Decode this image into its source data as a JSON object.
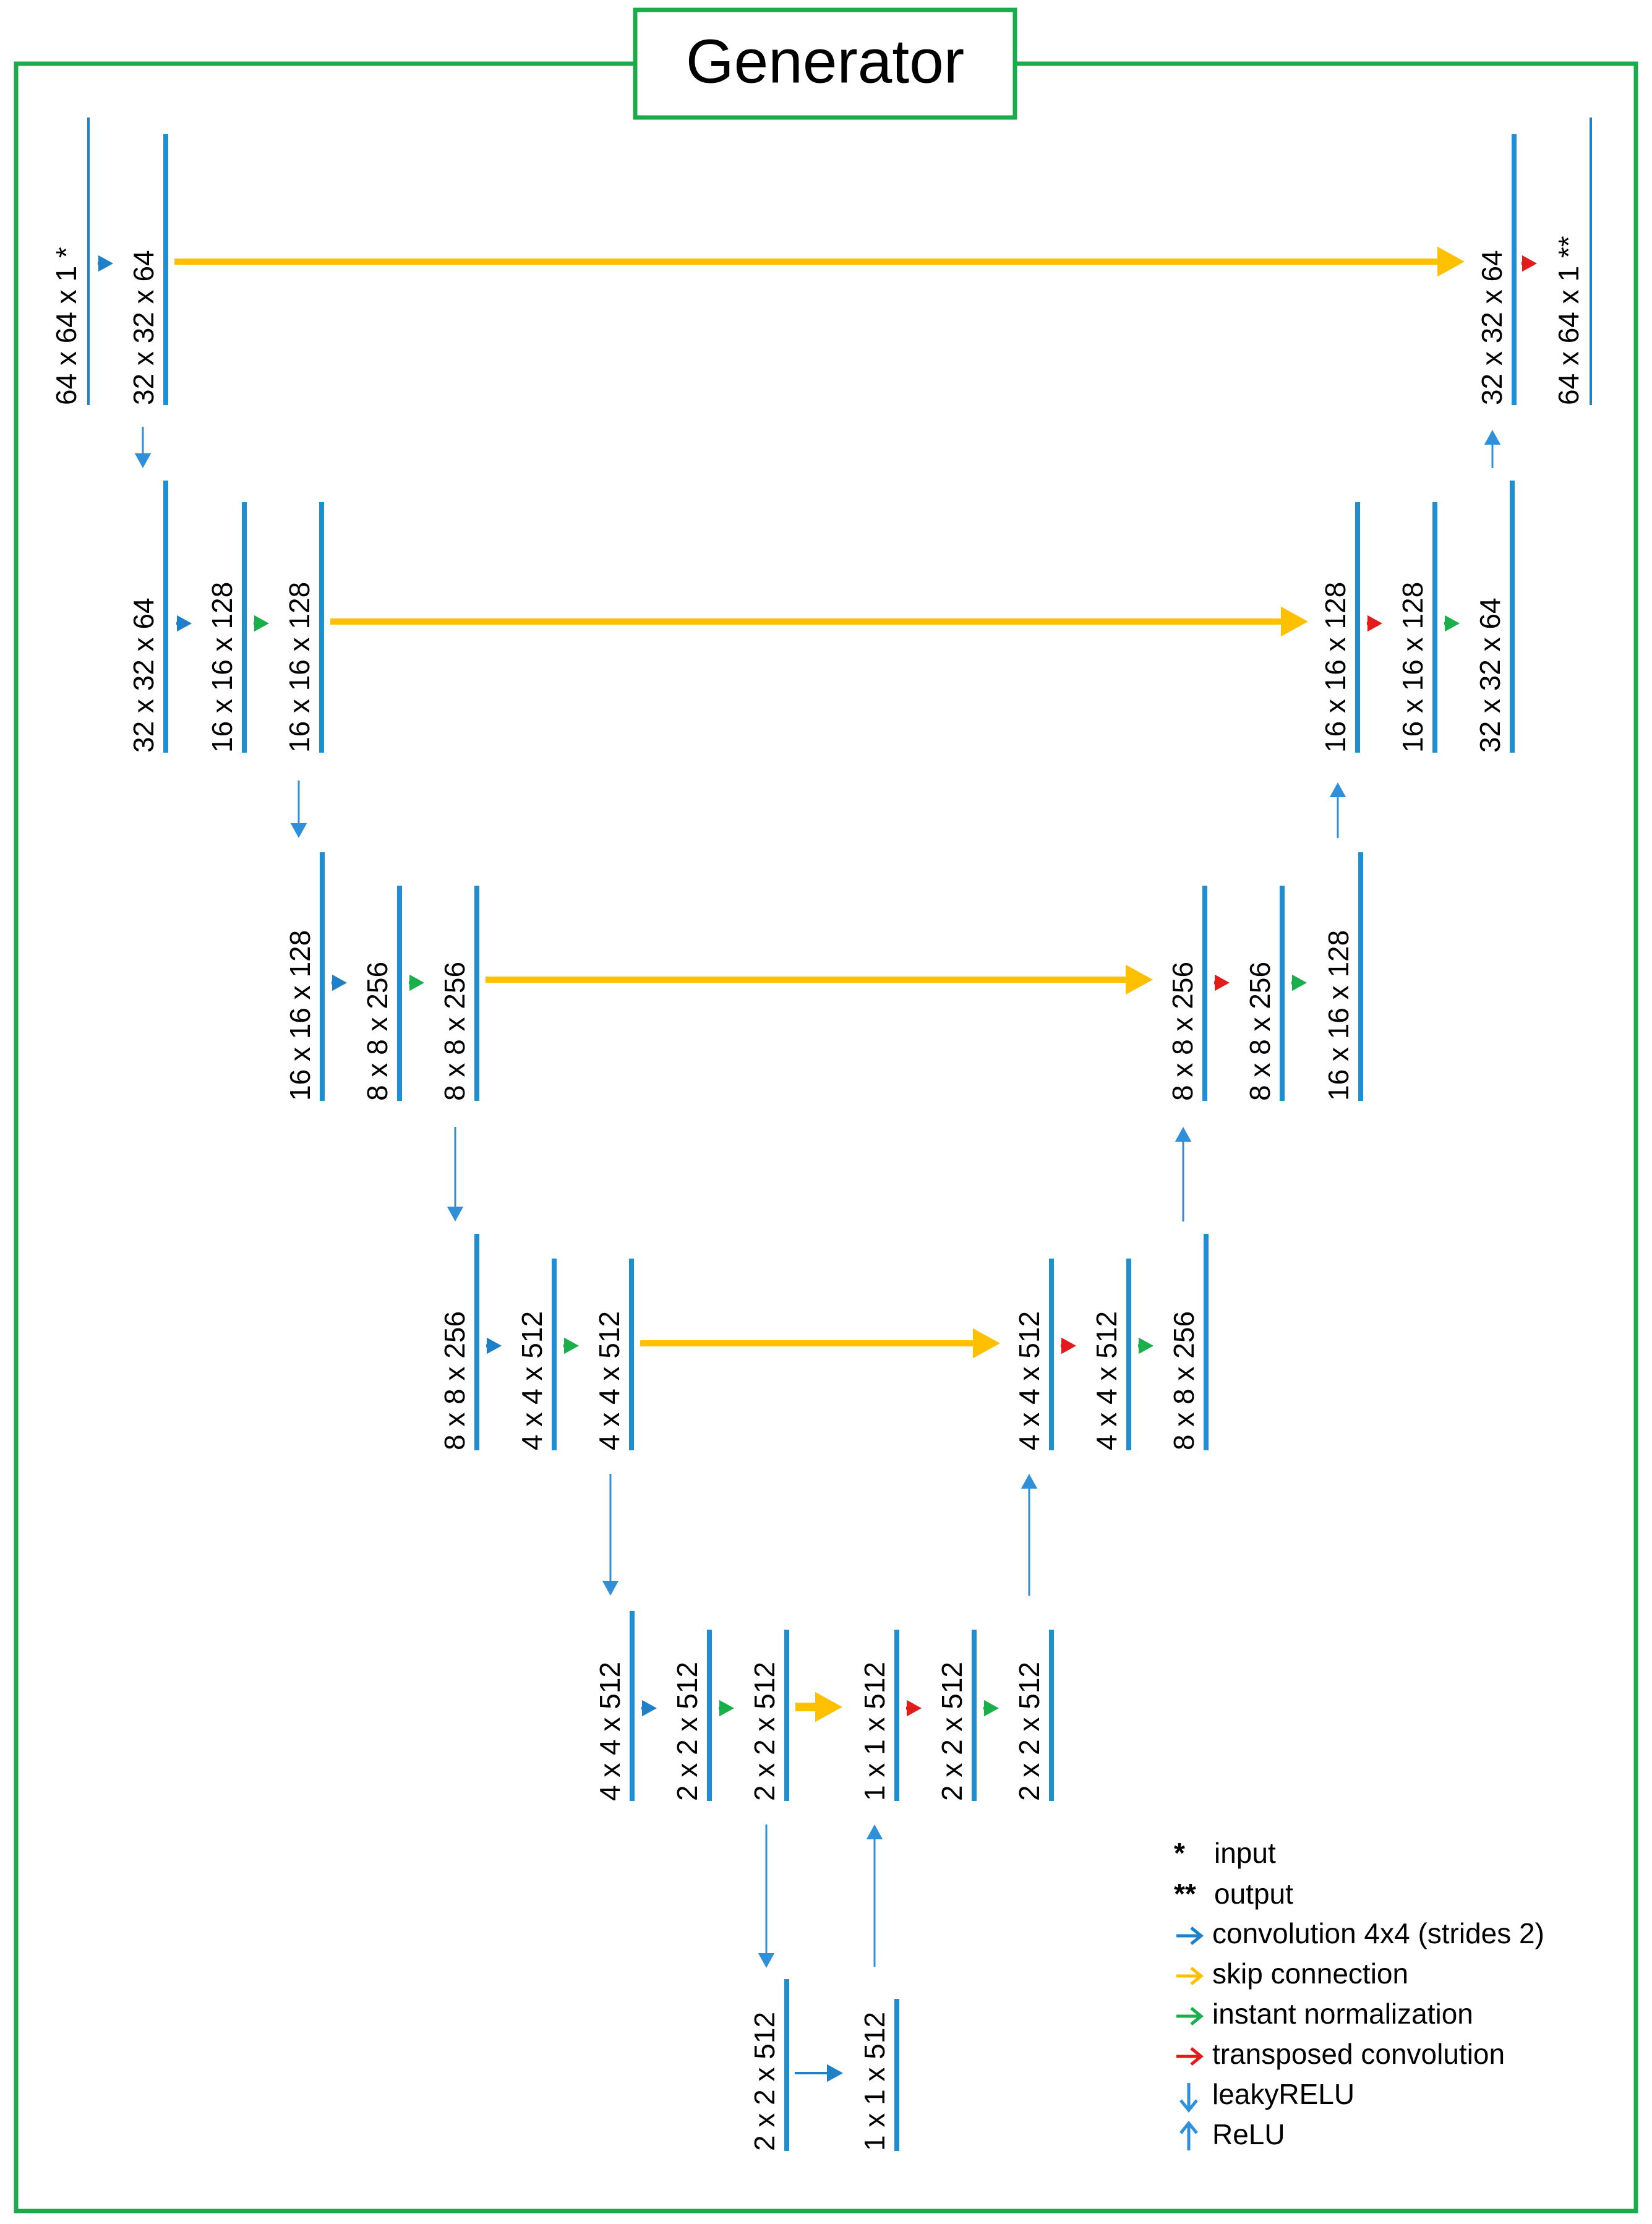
{
  "title": "Generator",
  "colors": {
    "frame": "#1AAB4B",
    "bar": "#1F8FD2",
    "conv": "#1F7FC8",
    "skip": "#FFC000",
    "norm": "#19B04B",
    "tconv": "#E21B1B",
    "activation": "#2F8FD9",
    "text": "#000000"
  },
  "encoder": {
    "row1": [
      "64 x 64 x 1 *",
      "32 x 32 x 64"
    ],
    "row2": [
      "32 x 32 x 64",
      "16 x 16 x 128",
      "16 x 16 x 128"
    ],
    "row3": [
      "16 x 16 x 128",
      "8 x 8 x 256",
      "8 x 8 x 256"
    ],
    "row4": [
      "8 x 8 x 256",
      "4 x 4 x 512",
      "4 x 4 x 512"
    ],
    "row5": [
      "4 x 4 x 512",
      "2 x 2 x 512",
      "2 x 2 x 512"
    ],
    "bottom": "2 x 2 x 512"
  },
  "decoder": {
    "row1": [
      "32 x 32 x 64",
      "64 x 64 x 1 **"
    ],
    "row2": [
      "16 x 16 x 128",
      "16 x 16 x 128",
      "32 x 32 x 64"
    ],
    "row3": [
      "8 x 8 x 256",
      "8 x 8 x 256",
      "16 x 16 x 128"
    ],
    "row4": [
      "4 x 4 x 512",
      "4 x 4 x 512",
      "8 x 8 x 256"
    ],
    "row5": [
      "1 x 1 x 512",
      "2 x 2 x 512",
      "2 x 2 x 512"
    ],
    "bottom": "1 x 1 x 512"
  },
  "legend": {
    "input": "input",
    "output": "output",
    "input_marker": "*",
    "output_marker": "**",
    "items": [
      {
        "label": "convolution 4x4 (strides 2)",
        "icon": "arrow-right-icon",
        "color_key": "conv"
      },
      {
        "label": "skip connection",
        "icon": "arrow-right-icon",
        "color_key": "skip"
      },
      {
        "label": "instant normalization",
        "icon": "arrow-right-icon",
        "color_key": "norm"
      },
      {
        "label": "transposed convolution",
        "icon": "arrow-right-icon",
        "color_key": "tconv"
      },
      {
        "label": "leakyRELU",
        "icon": "arrow-down-icon",
        "color_key": "activation"
      },
      {
        "label": "ReLU",
        "icon": "arrow-up-icon",
        "color_key": "activation"
      }
    ]
  }
}
